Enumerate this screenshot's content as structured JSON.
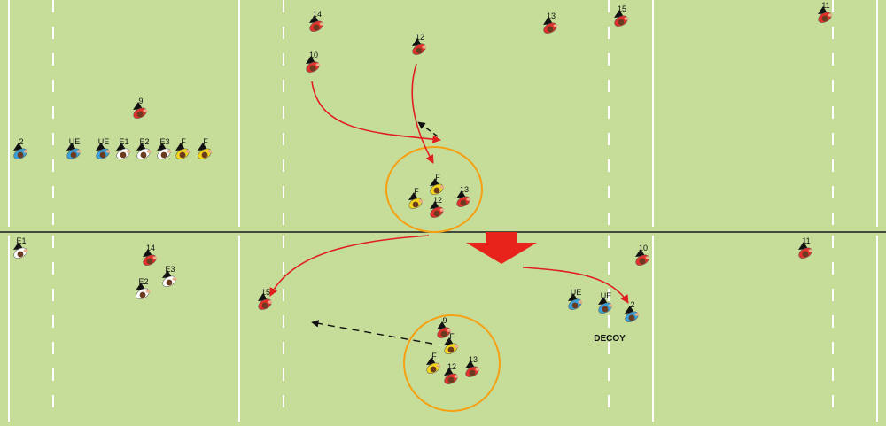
{
  "colors": {
    "field": "#c6dd9a",
    "line": "#ffffff",
    "divider": "#1a1a1a",
    "red_team": "#e0312a",
    "blue_team": "#3aa0d8",
    "white_team": "#ffffff",
    "yellow_team": "#f2d51a",
    "ring": "#f5a012",
    "run_arrow": "#e01f1f",
    "pass_arrow": "#111111",
    "transition_arrow": "#e8231c"
  },
  "top_panel": {
    "players": [
      {
        "label": "14",
        "kit": "red"
      },
      {
        "label": "13",
        "kit": "red"
      },
      {
        "label": "15",
        "kit": "red"
      },
      {
        "label": "11",
        "kit": "red"
      },
      {
        "label": "12",
        "kit": "red"
      },
      {
        "label": "10",
        "kit": "red"
      },
      {
        "label": "9",
        "kit": "red"
      },
      {
        "label": "2",
        "kit": "blue"
      },
      {
        "label": "UE",
        "kit": "blue"
      },
      {
        "label": "UE",
        "kit": "blue"
      },
      {
        "label": "E1",
        "kit": "white"
      },
      {
        "label": "E2",
        "kit": "white"
      },
      {
        "label": "E3",
        "kit": "white"
      },
      {
        "label": "F",
        "kit": "yellow"
      },
      {
        "label": "F",
        "kit": "yellow"
      },
      {
        "label": "F",
        "kit": "yellow"
      },
      {
        "label": "F",
        "kit": "yellow"
      },
      {
        "label": "12",
        "kit": "red"
      },
      {
        "label": "13",
        "kit": "red"
      }
    ]
  },
  "bottom_panel": {
    "players": [
      {
        "label": "E1",
        "kit": "white"
      },
      {
        "label": "14",
        "kit": "red"
      },
      {
        "label": "E3",
        "kit": "white"
      },
      {
        "label": "E2",
        "kit": "white"
      },
      {
        "label": "15",
        "kit": "red"
      },
      {
        "label": "10",
        "kit": "red"
      },
      {
        "label": "11",
        "kit": "red"
      },
      {
        "label": "UE",
        "kit": "blue"
      },
      {
        "label": "UE",
        "kit": "blue"
      },
      {
        "label": "2",
        "kit": "blue"
      },
      {
        "label": "9",
        "kit": "red"
      },
      {
        "label": "F",
        "kit": "yellow"
      },
      {
        "label": "F",
        "kit": "yellow"
      },
      {
        "label": "12",
        "kit": "red"
      },
      {
        "label": "13",
        "kit": "red"
      }
    ],
    "annotation": "DECOY"
  }
}
